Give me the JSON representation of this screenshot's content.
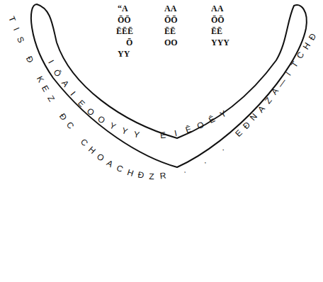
{
  "diagram": {
    "nodes": [
      {
        "text": [
          "IŌAIEOOYYY EIĒOĒY"
        ]
      }
    ],
    "labels": [
      "“A",
      "AA",
      "AA",
      "ŌŌ",
      "ŌŌ",
      "ŌŌ",
      "ĒĒĒ",
      "ĒĒ",
      "ĒĒ",
      "Ō",
      "OO",
      "YYY",
      "YY",
      "TIS Ð KEZ ÐC CHOACHÐZR . . . EÐNAZA—ITCHÐ"
    ]
  }
}
